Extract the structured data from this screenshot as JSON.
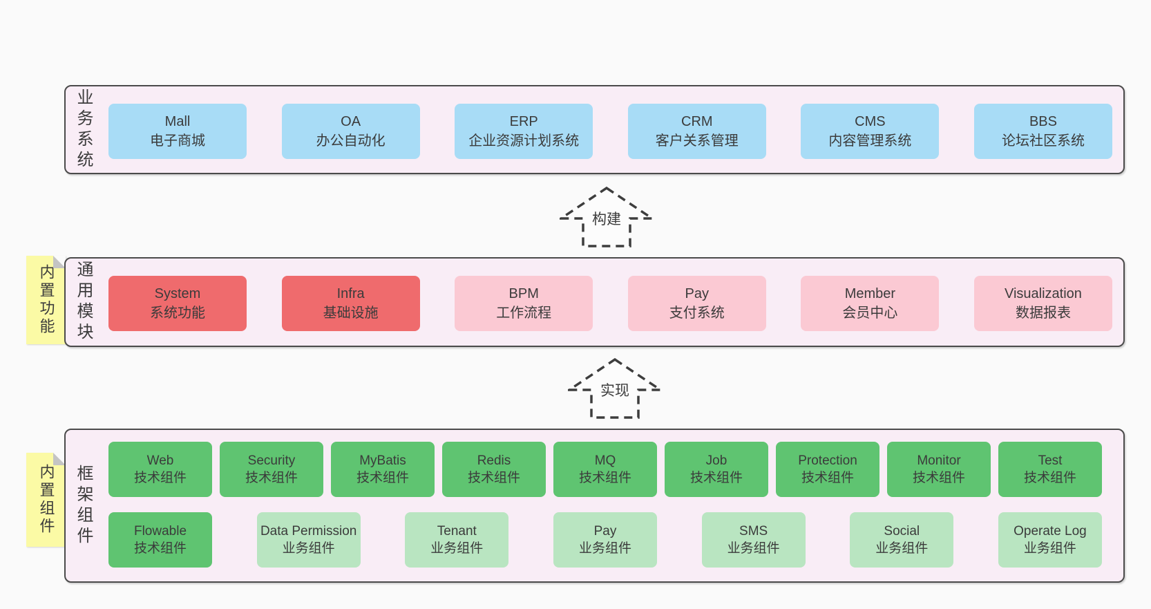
{
  "colors": {
    "page_bg": "#fafafa",
    "container_bg": "#f9edf6",
    "container_border": "#4a4a4a",
    "blue_box": "#a8dcf6",
    "red_box": "#ef6b6d",
    "pink_box": "#fbc9d3",
    "green_box": "#5fc471",
    "green_light_box": "#b9e5c1",
    "note_yellow": "#fbfaa5",
    "note_fold": "#c4c4c4",
    "text": "#3b3b3b"
  },
  "arrows": [
    {
      "label": "构建"
    },
    {
      "label": "实现"
    }
  ],
  "layers": [
    {
      "label": "业务系统",
      "boxes": [
        {
          "name": "Mall",
          "desc": "电子商城"
        },
        {
          "name": "OA",
          "desc": "办公自动化"
        },
        {
          "name": "ERP",
          "desc": "企业资源计划系统"
        },
        {
          "name": "CRM",
          "desc": "客户关系管理"
        },
        {
          "name": "CMS",
          "desc": "内容管理系统"
        },
        {
          "name": "BBS",
          "desc": "论坛社区系统"
        }
      ]
    },
    {
      "label": "通用模块",
      "note": "内置功能",
      "boxes": [
        {
          "name": "System",
          "desc": "系统功能",
          "variant": "red"
        },
        {
          "name": "Infra",
          "desc": "基础设施",
          "variant": "red"
        },
        {
          "name": "BPM",
          "desc": "工作流程",
          "variant": "pink"
        },
        {
          "name": "Pay",
          "desc": "支付系统",
          "variant": "pink"
        },
        {
          "name": "Member",
          "desc": "会员中心",
          "variant": "pink"
        },
        {
          "name": "Visualization",
          "desc": "数据报表",
          "variant": "pink"
        }
      ]
    },
    {
      "label": "框架组件",
      "note": "内置组件",
      "boxes": [
        {
          "name": "Web",
          "desc": "技术组件",
          "variant": "green"
        },
        {
          "name": "Security",
          "desc": "技术组件",
          "variant": "green"
        },
        {
          "name": "MyBatis",
          "desc": "技术组件",
          "variant": "green"
        },
        {
          "name": "Redis",
          "desc": "技术组件",
          "variant": "green"
        },
        {
          "name": "MQ",
          "desc": "技术组件",
          "variant": "green"
        },
        {
          "name": "Job",
          "desc": "技术组件",
          "variant": "green"
        },
        {
          "name": "Protection",
          "desc": "技术组件",
          "variant": "green"
        },
        {
          "name": "Monitor",
          "desc": "技术组件",
          "variant": "green"
        },
        {
          "name": "Test",
          "desc": "技术组件",
          "variant": "green"
        },
        {
          "name": "Flowable",
          "desc": "技术组件",
          "variant": "green"
        },
        {
          "name": "Data Permission",
          "desc": "业务组件",
          "variant": "green-light"
        },
        {
          "name": "Tenant",
          "desc": "业务组件",
          "variant": "green-light"
        },
        {
          "name": "Pay",
          "desc": "业务组件",
          "variant": "green-light"
        },
        {
          "name": "SMS",
          "desc": "业务组件",
          "variant": "green-light"
        },
        {
          "name": "Social",
          "desc": "业务组件",
          "variant": "green-light"
        },
        {
          "name": "Operate Log",
          "desc": "业务组件",
          "variant": "green-light"
        }
      ]
    }
  ]
}
